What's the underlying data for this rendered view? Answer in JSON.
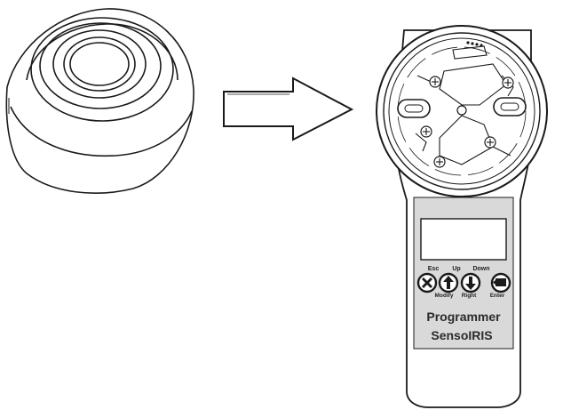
{
  "programmer": {
    "buttons": [
      {
        "top": "Esc",
        "bottom": "",
        "icon": "x-icon"
      },
      {
        "top": "Up",
        "bottom": "Modify",
        "icon": "arrow-up-icon"
      },
      {
        "top": "Down",
        "bottom": "Right",
        "icon": "arrow-down-icon"
      },
      {
        "top": "",
        "bottom": "Enter",
        "icon": "enter-icon"
      }
    ],
    "title_line1": "Programmer",
    "title_line2": "SensoIRIS"
  },
  "colors": {
    "outline": "#1a1a1a",
    "handle_fill": "#d9d9d9",
    "screen_fill": "#ffffff",
    "button_fill": "#ffffff"
  }
}
